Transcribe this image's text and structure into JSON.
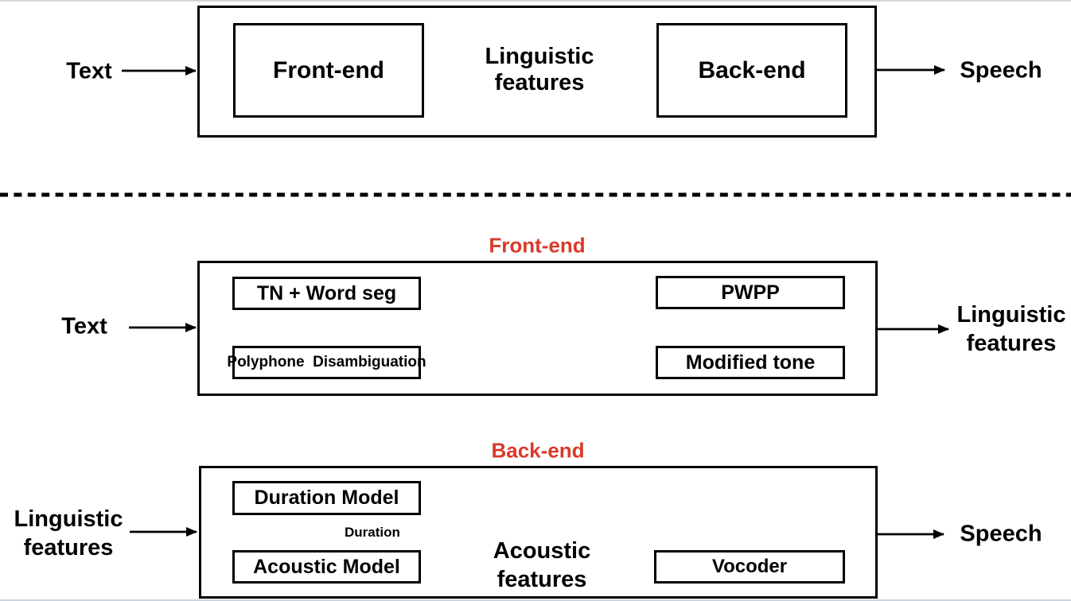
{
  "colors": {
    "accent_red": "#d93a2a",
    "ink": "#000000",
    "screen_edge_top": "#d6d6d6",
    "screen_edge_bottom": "#ccd3dd"
  },
  "overview": {
    "input_label": "Text",
    "frontend_box": "Front-end",
    "link_label_line1": "Linguistic",
    "link_label_line2": "features",
    "backend_box": "Back-end",
    "output_label": "Speech"
  },
  "frontend_detail": {
    "title": "Front-end",
    "input_label": "Text",
    "boxes": {
      "tn_word_seg": "TN + Word seg",
      "polyphone_disambiguation": "Polyphone  Disambiguation",
      "pwpp": "PWPP",
      "modified_tone": "Modified tone"
    },
    "output_label_line1": "Linguistic",
    "output_label_line2": "features"
  },
  "backend_detail": {
    "title": "Back-end",
    "input_label_line1": "Linguistic",
    "input_label_line2": "features",
    "boxes": {
      "duration_model": "Duration Model",
      "acoustic_model": "Acoustic Model",
      "vocoder": "Vocoder"
    },
    "duration_arrow_label": "Duration",
    "link_label_line1": "Acoustic",
    "link_label_line2": "features",
    "output_label": "Speech"
  }
}
